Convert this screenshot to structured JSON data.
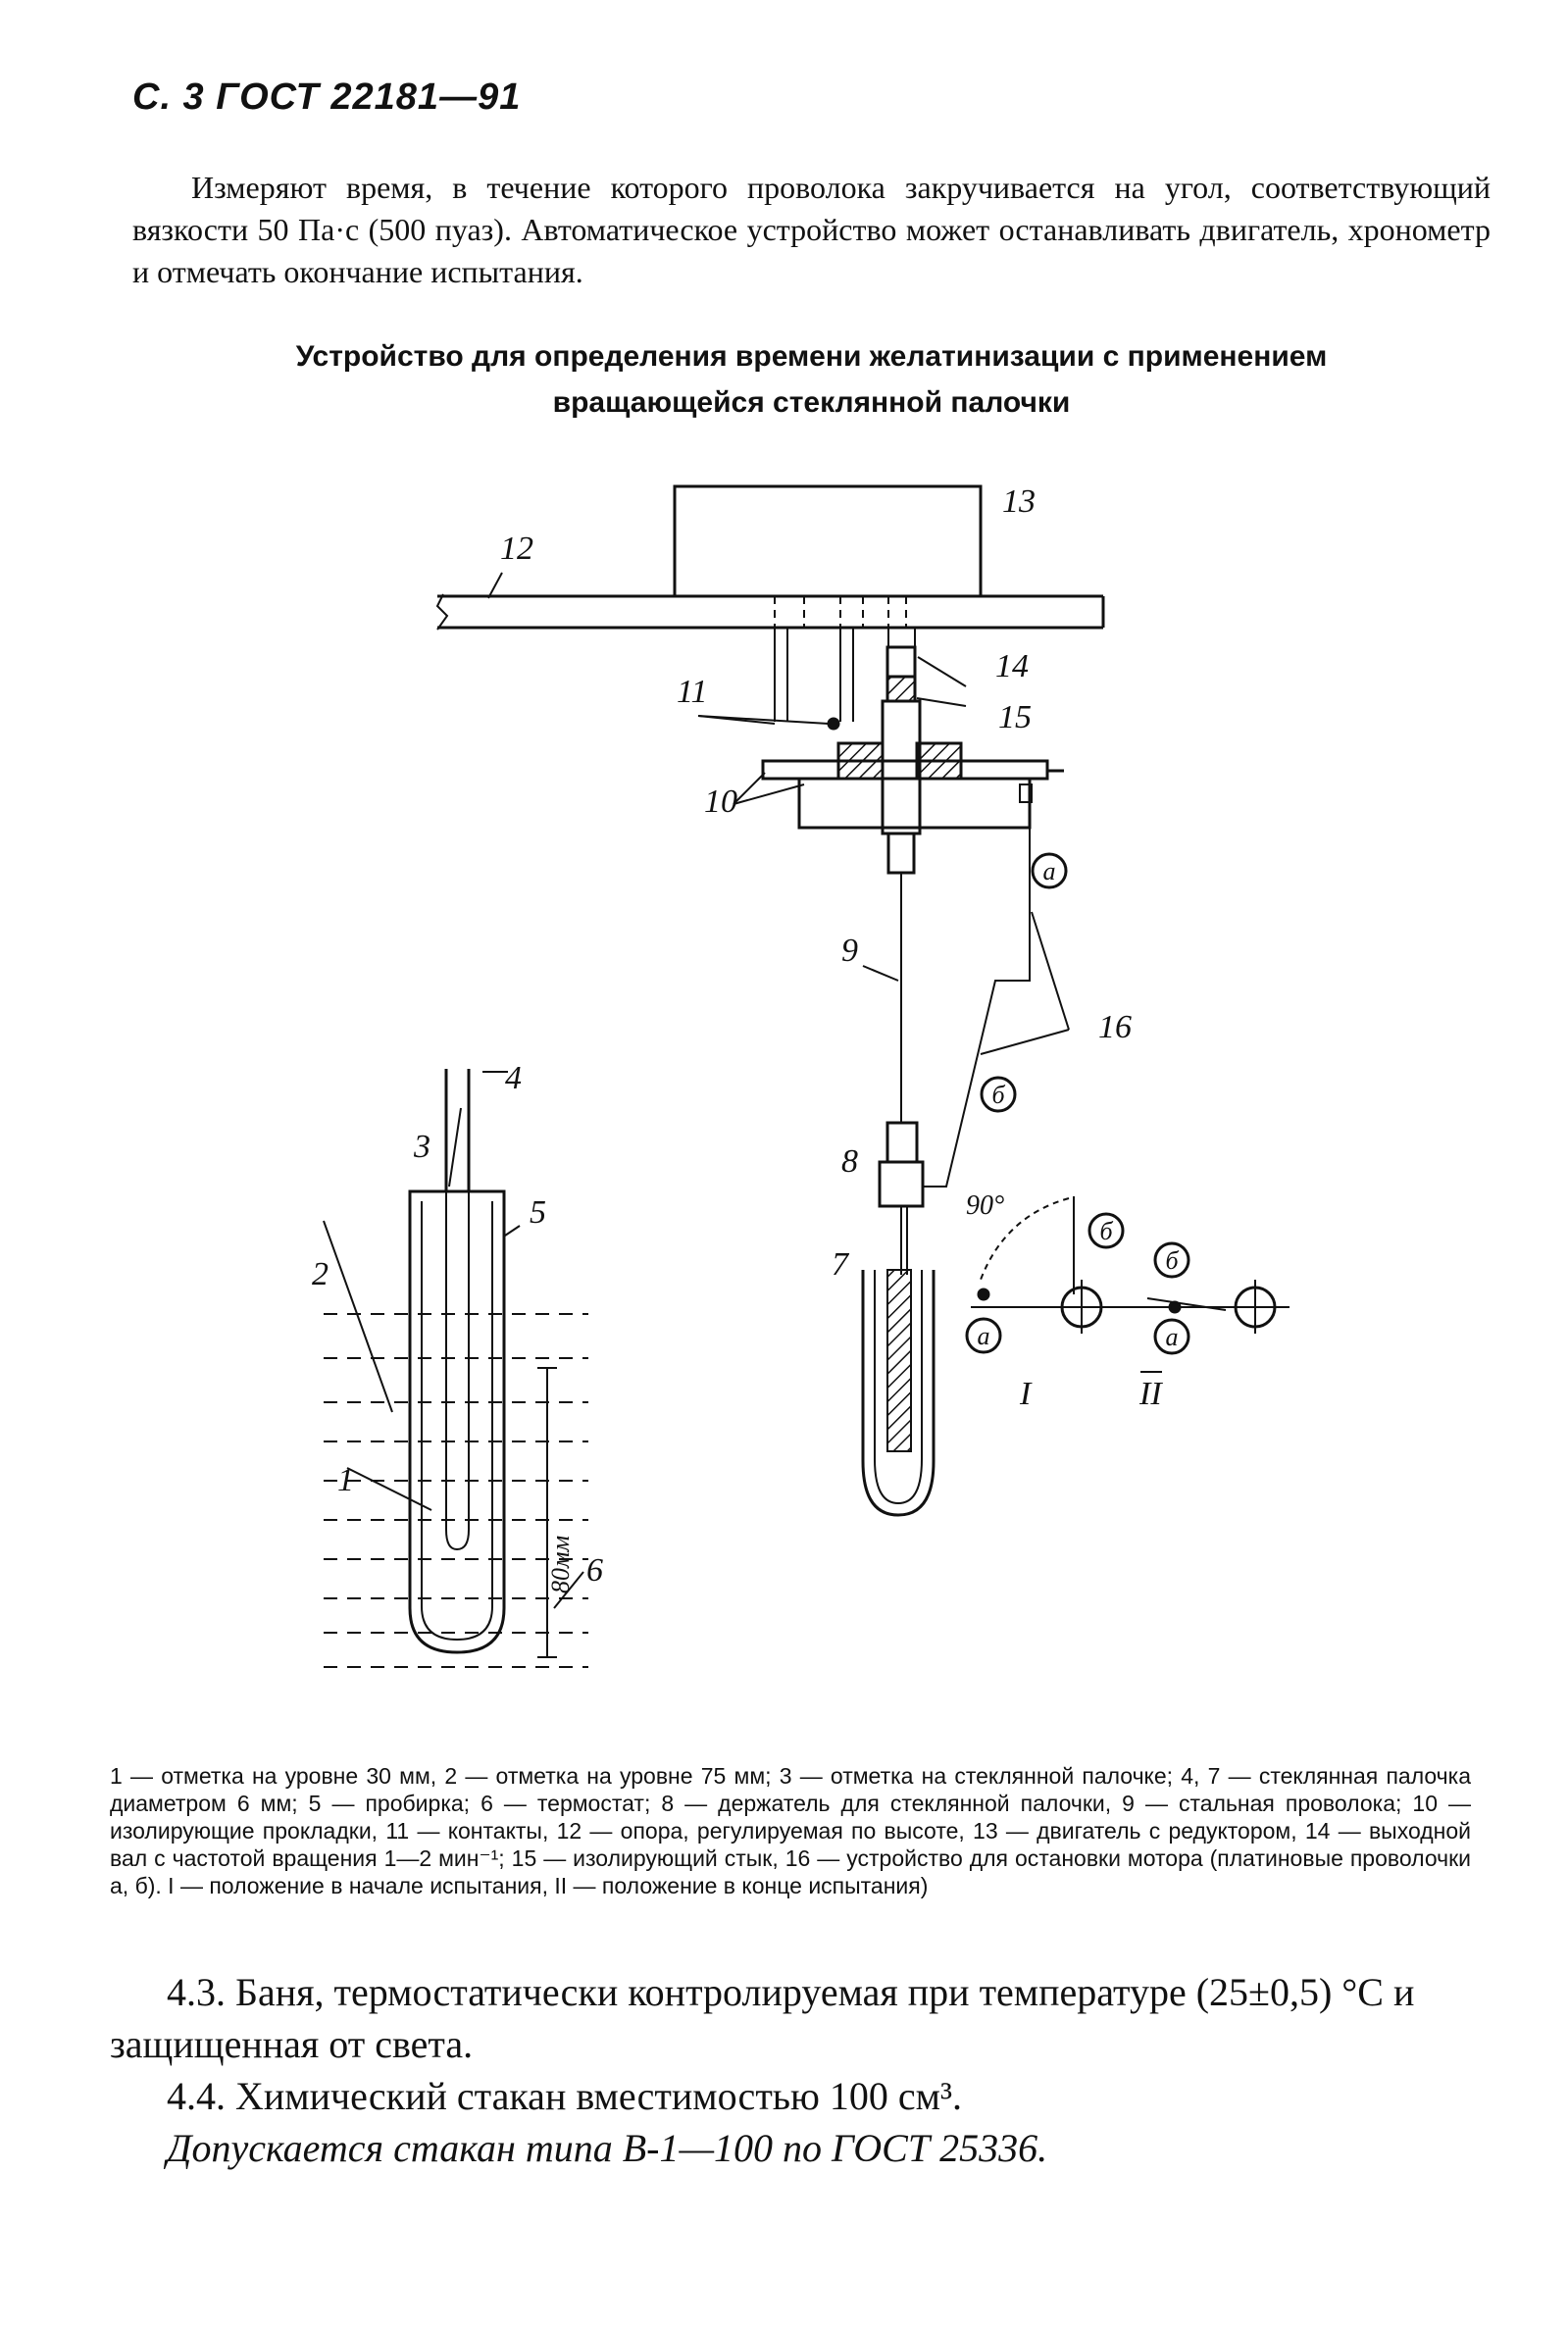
{
  "header": "С. 3 ГОСТ 22181—91",
  "intro_paragraph": "Измеряют время, в течение которого проволока закручивается на угол, соответствующий вязкости 50 Па·с (500 пуаз). Автоматическое устройство может останавливать двигатель, хронометр и отмечать окончание испытания.",
  "figure_title": {
    "line1": "Устройство для определения времени желатинизации с применением",
    "line2": "вращающейся стеклянной палочки"
  },
  "figure_labels": {
    "n1": "1",
    "n2": "2",
    "n3": "3",
    "n4": "4",
    "n5": "5",
    "n6": "6",
    "n7": "7",
    "n8": "8",
    "n9": "9",
    "n10": "10",
    "n11": "11",
    "n12": "12",
    "n13": "13",
    "n14": "14",
    "n15": "15",
    "n16": "16",
    "a": "а",
    "b": "б",
    "angle": "90°",
    "dim": "80мм",
    "pos1": "I",
    "pos2": "II"
  },
  "legend": "1 — отметка на уровне 30 мм, 2 — отметка на уровне 75 мм; 3 — отметка на стеклянной палочке; 4, 7 — стеклянная палочка диаметром 6 мм; 5 — пробирка; 6 — термостат; 8 — держатель для стеклянной палочки, 9 — стальная проволока; 10 — изолирующие прокладки, 11 — контакты, 12 — опора, регулируемая по высоте, 13 — двигатель с редуктором, 14 — выходной вал с частотой вращения 1—2 мин⁻¹; 15 — изолирующий стык, 16 — устройство для остановки мотора (платиновые проволочки а, б). I — положение в начале испытания, II — положение в конце испытания)",
  "section_4_3": "4.3. Баня, термостатически контролируемая при температуре (25±0,5) °С и защищенная от света.",
  "section_4_4": "4.4. Химический стакан вместимостью 100 см³.",
  "section_4_4_note": "Допускается стакан типа В-1—100 по ГОСТ 25336."
}
